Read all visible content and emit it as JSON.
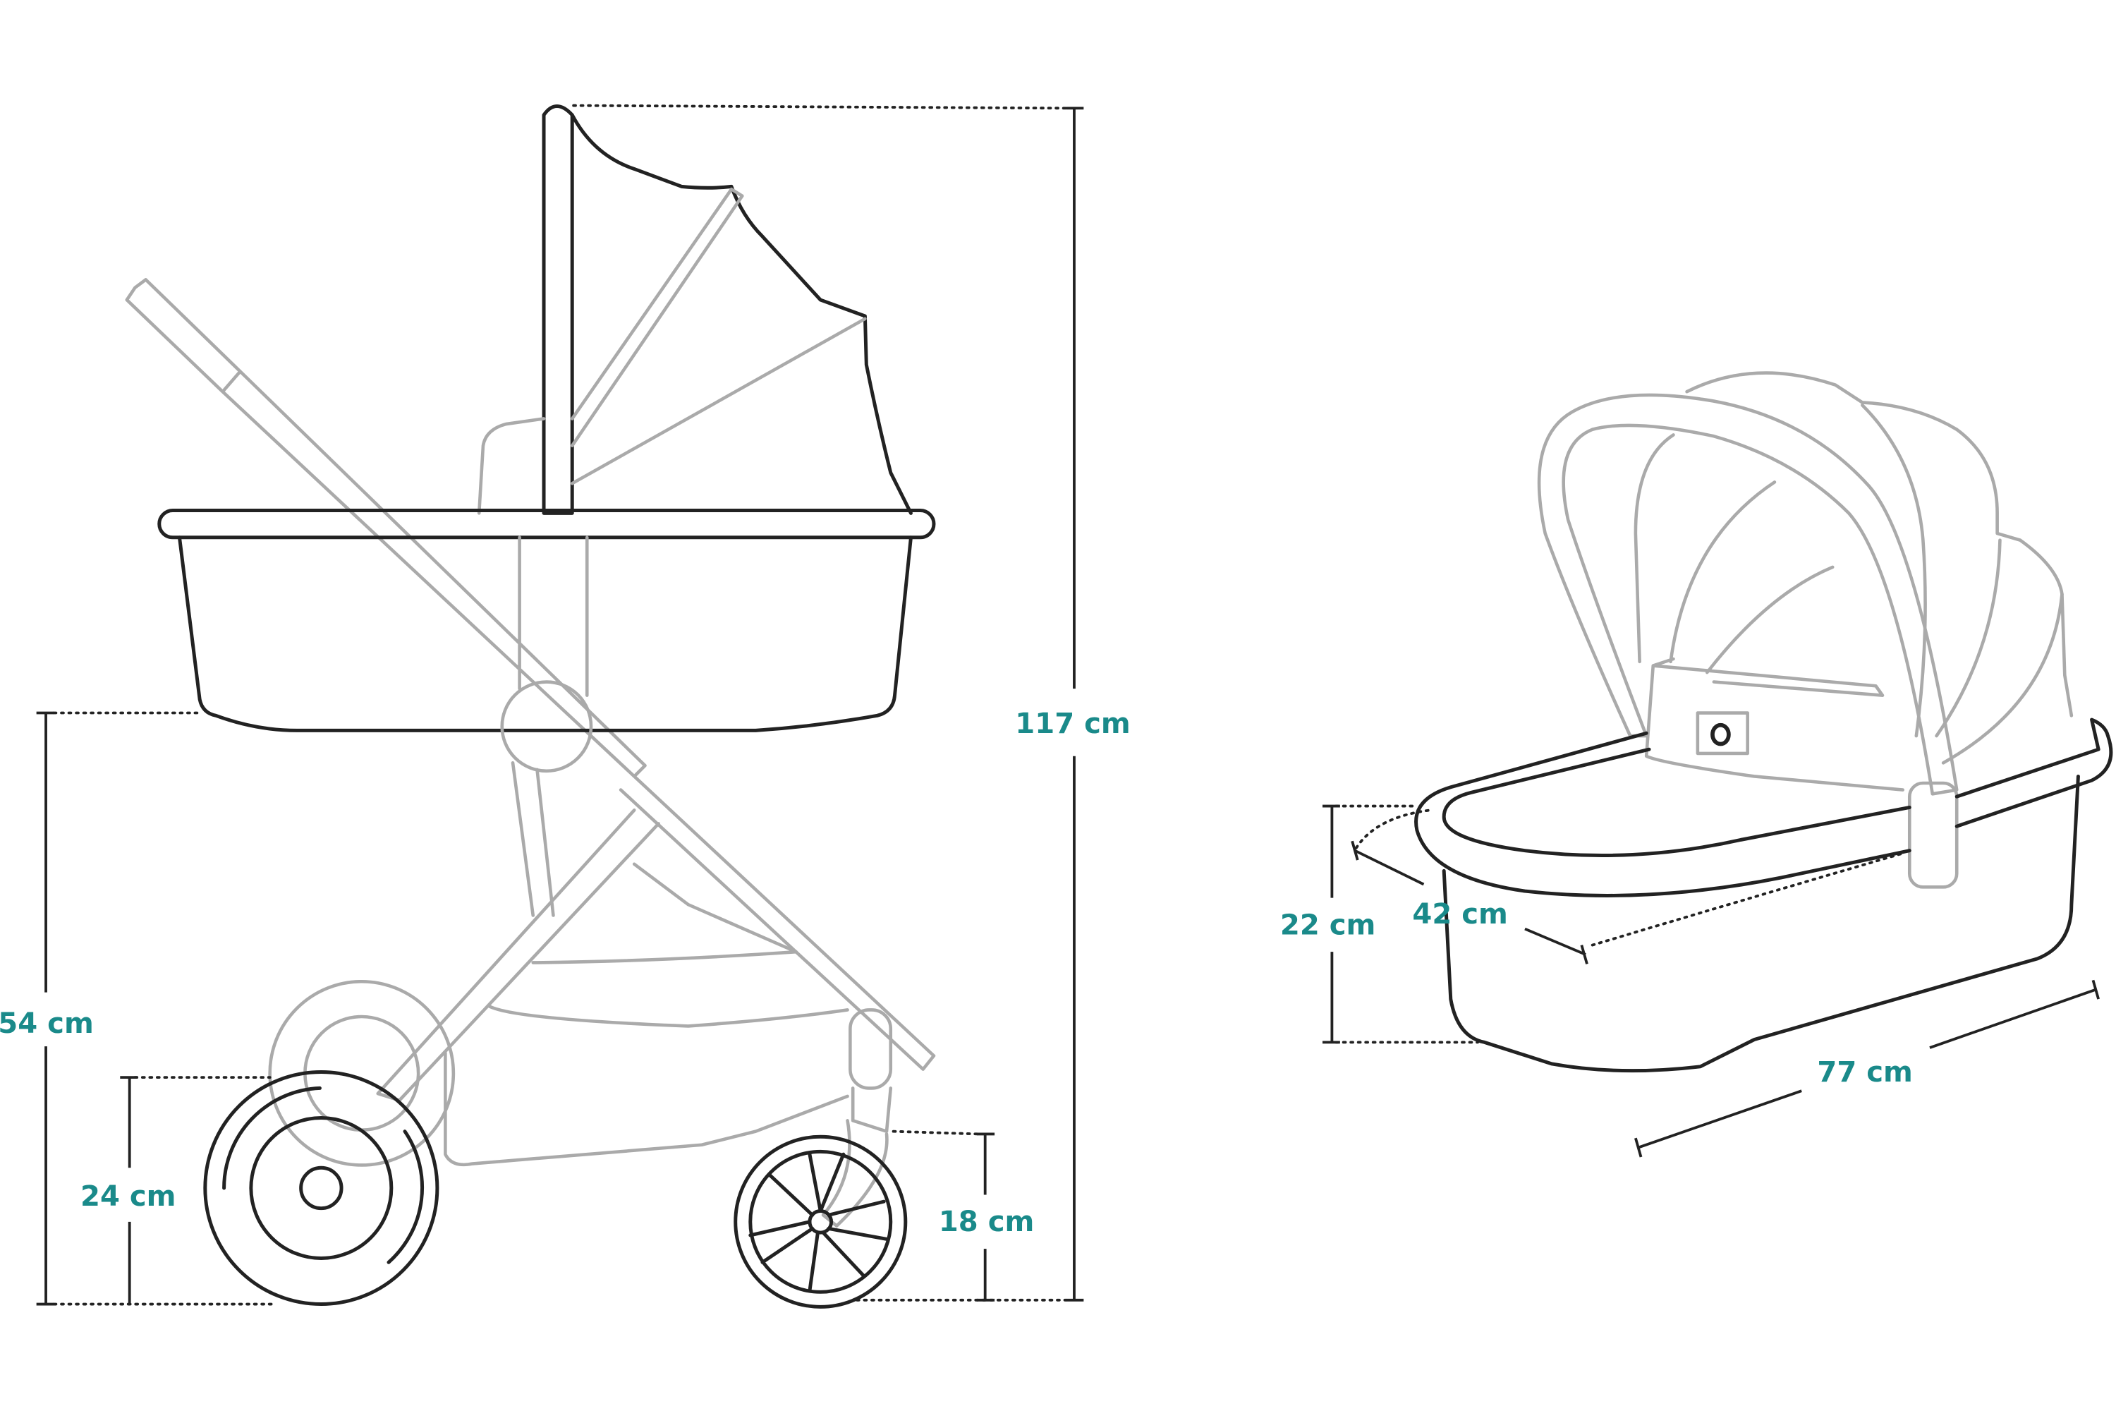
{
  "title": "Pram dimensions diagram",
  "accent_color": "#1a8a8a",
  "dimensions": {
    "total_height": "117 cm",
    "bassinet_bottom_height": "54 cm",
    "rear_wheel_diameter": "24 cm",
    "front_wheel_diameter": "18 cm",
    "carrycot_height": "22 cm",
    "carrycot_width": "42 cm",
    "carrycot_length": "77 cm"
  }
}
